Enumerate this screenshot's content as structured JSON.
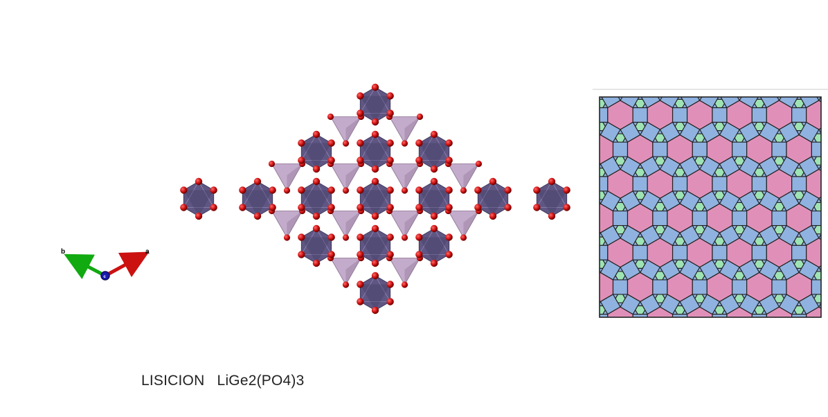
{
  "caption": "LISICION   LiGe2(PO4)3",
  "axes": {
    "a_label": "a",
    "b_label": "b",
    "c_label": "c"
  },
  "colors": {
    "octahedron": "#5f5683",
    "octahedron_dark": "#3f3a5e",
    "tetrahedron": "#b89cc2",
    "tetrahedron_dark": "#8a7090",
    "oxygen": "#cc1010",
    "axis_a": "#cc1111",
    "axis_b": "#11aa11",
    "axis_c": "#1a1ab0",
    "tile_hexagon": "#e090b8",
    "tile_square": "#8fb2e0",
    "tile_triangle": "#9ee3b4",
    "tile_stroke": "#222222"
  }
}
